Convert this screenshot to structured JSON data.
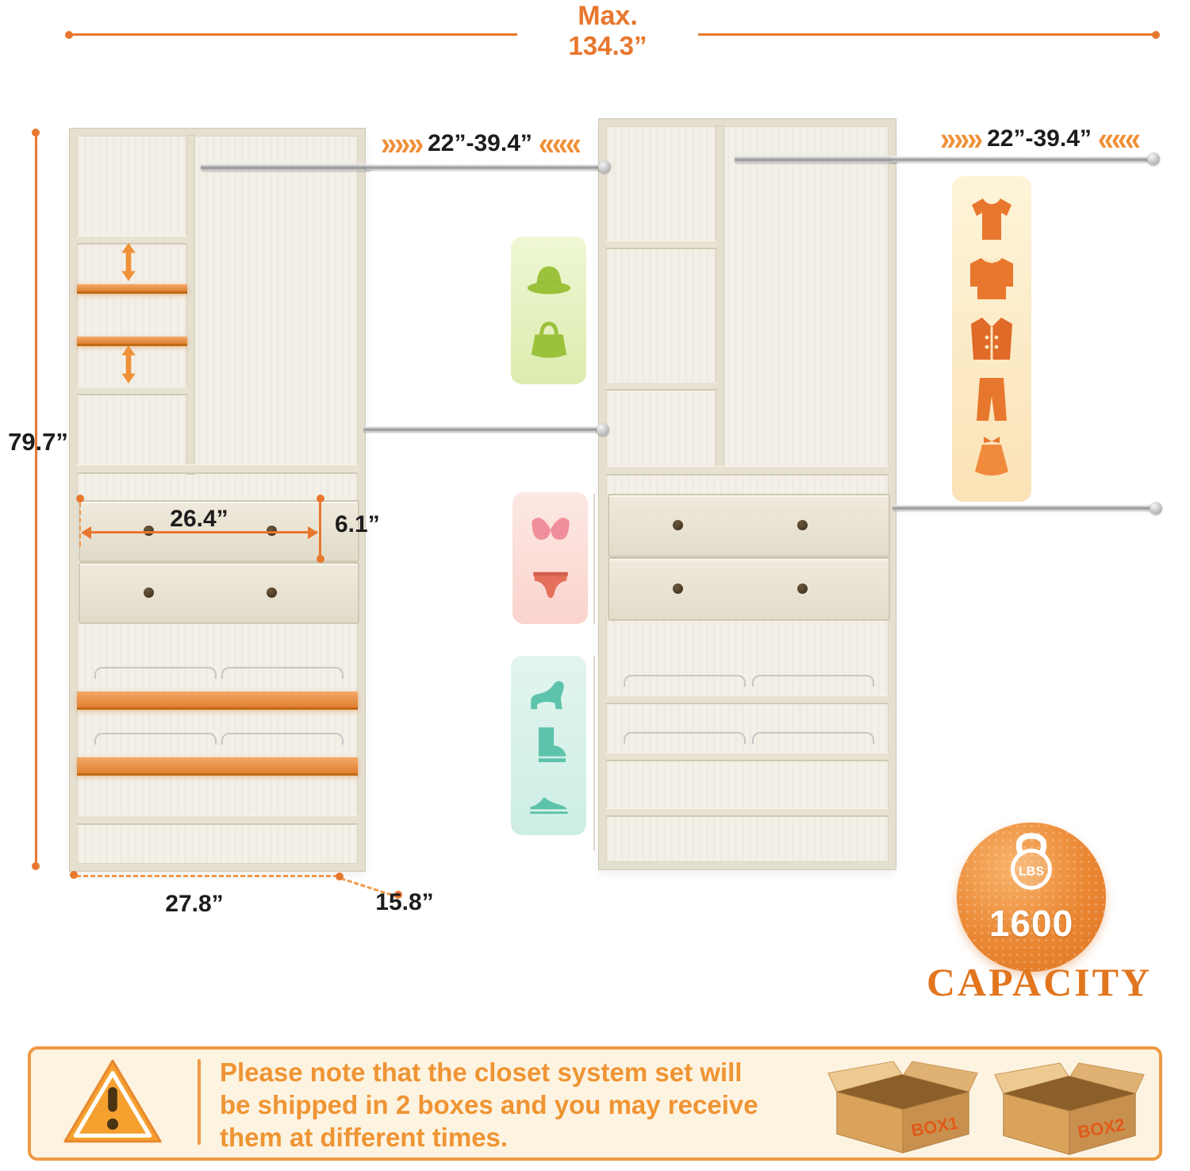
{
  "top_dimension": {
    "label": "Max.",
    "value": "134.3”"
  },
  "rod_extension": {
    "left_value": "22”-39.4”",
    "right_value": "22”-39.4”",
    "chevrons_in": "»»»",
    "chevrons_out": "«««"
  },
  "dimensions": {
    "height": "79.7”",
    "drawer_width": "26.4”",
    "drawer_height": "6.1”",
    "tower_width": "27.8”",
    "tower_depth": "15.8”"
  },
  "capacity_badge": {
    "weight_unit": "LBS",
    "value": "1600",
    "caption": "CAPACITY"
  },
  "shipping_note": {
    "lines": [
      "Please note that the closet system set will",
      "be shipped in 2 boxes and you may receive",
      "them at different times."
    ],
    "box_labels": [
      "BOX1",
      "BOX2"
    ]
  },
  "icons": {
    "accessories_panel": [
      "hat-icon",
      "handbag-icon"
    ],
    "clothing_panel": [
      "tshirt-icon",
      "sweater-icon",
      "jacket-icon",
      "pants-icon",
      "skirt-icon"
    ],
    "underwear_panel": [
      "bra-icon",
      "briefs-icon"
    ],
    "shoes_panel": [
      "heel-icon",
      "boot-icon",
      "sneaker-icon"
    ],
    "badge": "kettlebell-icon",
    "note": "warning-icon",
    "shipping": [
      "box-icon",
      "box-icon"
    ],
    "adjustable_shelf": "adjust-arrow-icon"
  },
  "colors": {
    "accent_orange": "#e8772e",
    "dim_text": "#1d1d1d",
    "wood_light": "#f3f0e8",
    "note_text": "#ef9433",
    "capacity_text": "#e2761f",
    "green": "#9cc23c",
    "pink": "#f08f9b",
    "salmon": "#e4705c",
    "teal": "#5ec3ab"
  }
}
